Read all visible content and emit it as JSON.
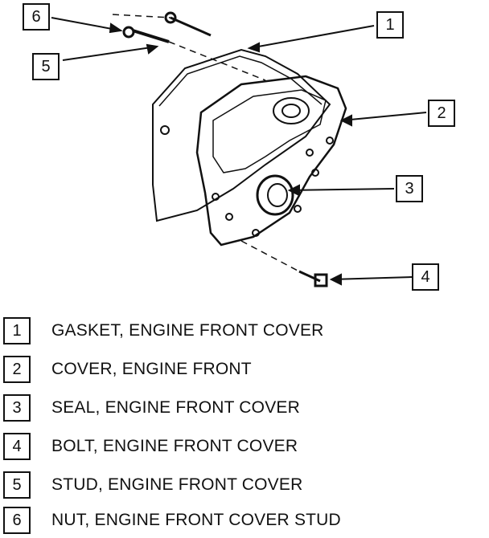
{
  "callouts": [
    {
      "num": "1"
    },
    {
      "num": "2"
    },
    {
      "num": "3"
    },
    {
      "num": "4"
    },
    {
      "num": "5"
    },
    {
      "num": "6"
    }
  ],
  "legend": [
    {
      "num": "1",
      "text": "GASKET, ENGINE FRONT COVER"
    },
    {
      "num": "2",
      "text": "COVER, ENGINE FRONT"
    },
    {
      "num": "3",
      "text": "SEAL, ENGINE FRONT COVER"
    },
    {
      "num": "4",
      "text": "BOLT, ENGINE FRONT COVER"
    },
    {
      "num": "5",
      "text": "STUD, ENGINE FRONT COVER"
    },
    {
      "num": "6",
      "text": "NUT, ENGINE FRONT COVER STUD"
    }
  ]
}
